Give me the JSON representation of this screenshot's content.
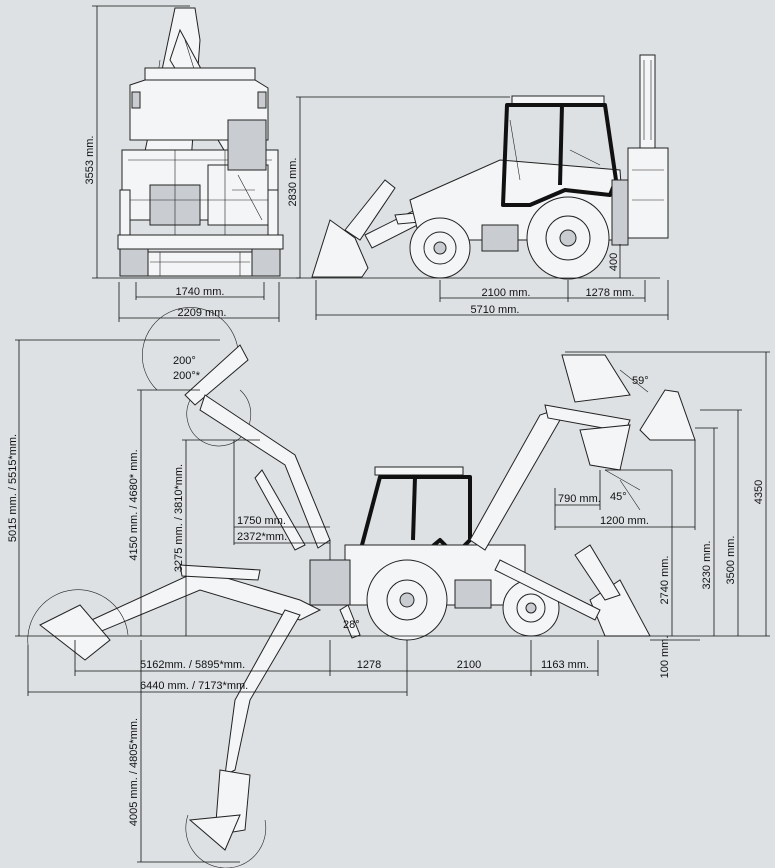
{
  "dimensions": {
    "front_height": "3553 mm.",
    "track_width": "1740 mm.",
    "overall_width": "2209 mm.",
    "cab_height": "2830 mm.",
    "wheelbase": "2100 mm.",
    "rear_overhang": "1278 mm.",
    "overall_length": "5710 mm.",
    "ground_clearance": "400",
    "max_dig_reach_height": "5015 mm. / 5515*mm.",
    "dump_height": "4150 mm. / 4680* mm.",
    "loading_height": "3275 mm. / 3810*mm.",
    "reach_at_dump": "1750 mm.",
    "reach_at_dump_ext": "2372*mm.",
    "bucket_rotation_1": "200°",
    "bucket_rotation_2": "200°*",
    "loader_rollback": "59°",
    "loader_dump_angle": "45°",
    "loader_dump_reach": "790 mm.",
    "loader_reach_ground": "1200 mm.",
    "loader_dump_clearance": "2740 mm.",
    "loader_hinge_height_1": "3230 mm.",
    "loader_hinge_height_2": "3500 mm.",
    "loader_max_height": "4350",
    "loader_dig_depth": "100 mm.",
    "rear_overhang_2": "1278",
    "wheelbase_2": "2100",
    "front_overhang": "1163 mm.",
    "reach_to_swing_center": "5162mm. / 5895*mm.",
    "reach_ground_level": "6440 mm. / 7173*mm.",
    "dig_depth": "4005 mm. / 4805*mm.",
    "stabilizer_angle": "28°"
  }
}
